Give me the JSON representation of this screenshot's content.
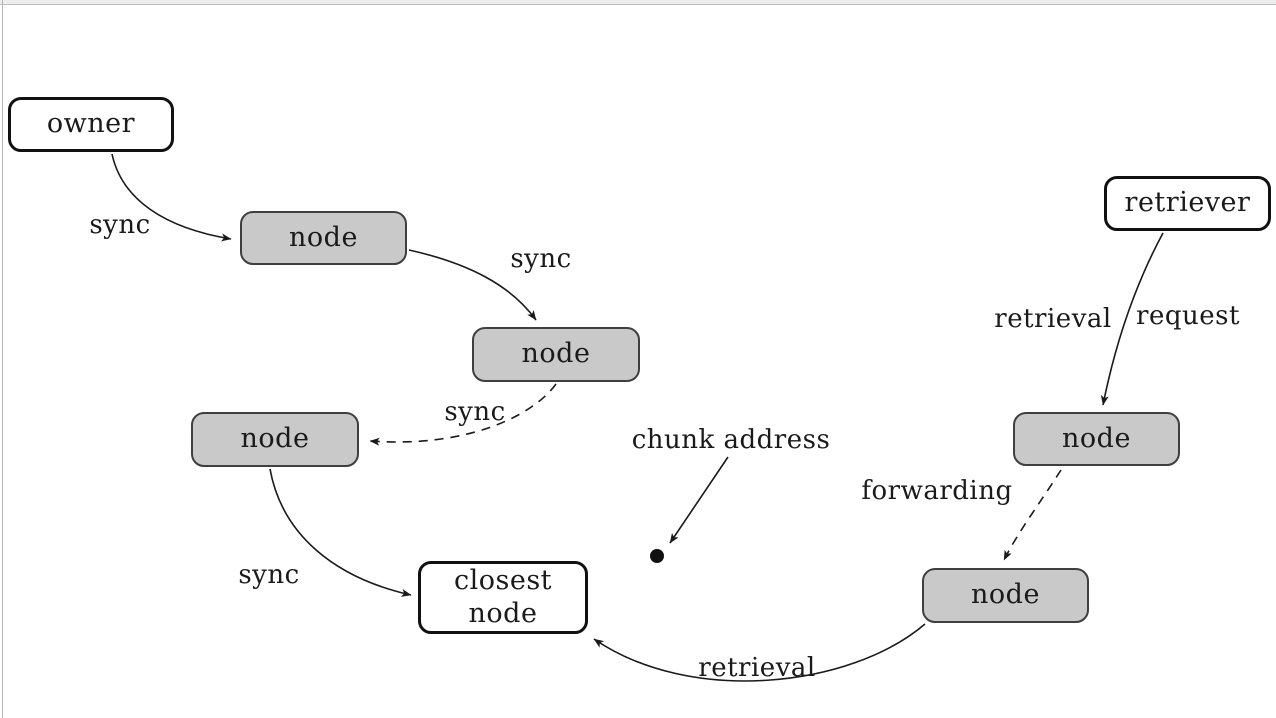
{
  "nodes": [
    {
      "id": "owner",
      "label": "owner"
    },
    {
      "id": "node-1",
      "label": "node"
    },
    {
      "id": "node-2",
      "label": "node"
    },
    {
      "id": "node-3",
      "label": "node"
    },
    {
      "id": "closest-node",
      "label": "closest\nnode"
    },
    {
      "id": "retriever",
      "label": "retriever"
    },
    {
      "id": "node-4",
      "label": "node"
    },
    {
      "id": "node-5",
      "label": "node"
    }
  ],
  "edge_labels": {
    "sync_owner_to_node": "sync",
    "sync_node1_to_node2": "sync",
    "sync_node2_to_node3": "sync",
    "sync_node3_to_closest": "sync",
    "retrieval_left": "retrieval",
    "request_right": "request",
    "forwarding": "forwarding",
    "retrieval_bottom": "retrieval",
    "chunk_address": "chunk address"
  },
  "colors": {
    "node_fill": "#c9c9c9",
    "node_border": "#3f3f3f",
    "endpoint_border": "#111111",
    "line": "#1a1a1a",
    "frame_line": "#b5b5b5"
  }
}
